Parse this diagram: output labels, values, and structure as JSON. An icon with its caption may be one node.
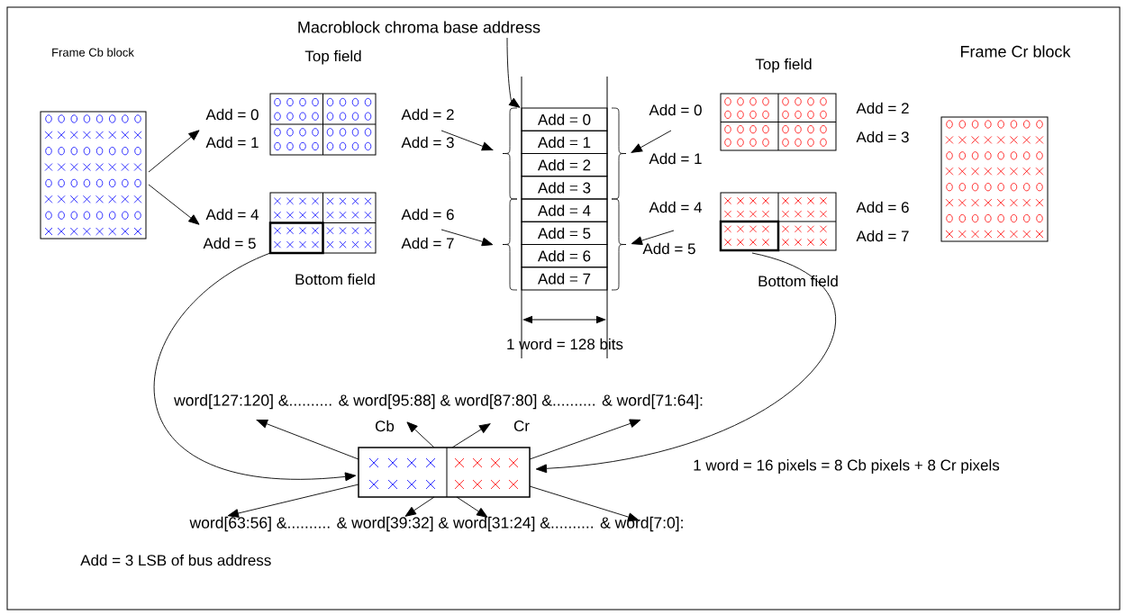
{
  "diagram": {
    "nodes": [
      {
        "text": [
          "Frame Cb block"
        ]
      },
      {
        "text": [
          "Top field"
        ],
        "beside": [
          "Add = 0",
          "Add = 1",
          "Add = 2",
          "Add = 3"
        ]
      },
      {
        "text": [
          "Bottom field"
        ],
        "beside": [
          "Add = 4",
          "Add = 5",
          "Add = 6",
          "Add = 7"
        ]
      },
      {
        "text": [],
        "shape": "box"
      },
      {
        "text": [
          "Add = 0"
        ],
        "in": 3
      },
      {
        "text": [
          "Add = 1"
        ],
        "in": 3
      },
      {
        "text": [
          "Add = 2"
        ],
        "in": 3
      },
      {
        "text": [
          "Add = 3"
        ],
        "in": 3
      },
      {
        "text": [
          "Add = 4"
        ],
        "in": 3
      },
      {
        "text": [
          "Add = 5"
        ],
        "in": 3
      },
      {
        "text": [
          "Add = 6"
        ],
        "in": 3
      },
      {
        "text": [
          "Add = 7"
        ],
        "in": 3
      },
      {
        "text": [
          "Macroblock chroma base address"
        ]
      },
      {
        "text": [
          "Top field"
        ],
        "beside": [
          "Add = 0",
          "Add = 1",
          "Add = 2",
          "Add = 3"
        ]
      },
      {
        "text": [
          "Bottom field"
        ],
        "beside": [
          "Add = 4",
          "Add = 5",
          "Add = 6",
          "Add = 7"
        ]
      },
      {
        "text": [
          "Frame Cr block"
        ]
      },
      {
        "text": [],
        "shape": "box"
      },
      {
        "text": [
          "word[127:120] &.......... & word[95:88] & word[87:80] &.......... & word[71:64]:"
        ]
      },
      {
        "text": [
          "word[63:56] &.......... & word[39:32] & word[31:24] &.......... & word[7:0]:"
        ]
      }
    ],
    "edges": [
      {
        "from": 0,
        "to": 1,
        "arrow": "to"
      },
      {
        "from": 0,
        "to": 2,
        "arrow": "to"
      },
      {
        "from": 1,
        "to": 3,
        "arrow": "to"
      },
      {
        "from": 2,
        "to": 3,
        "arrow": "to"
      },
      {
        "from": 13,
        "to": 3,
        "arrow": "to"
      },
      {
        "from": 14,
        "to": 3,
        "arrow": "to"
      },
      {
        "from": 12,
        "to": 4,
        "arrow": "to"
      },
      {
        "from": 2,
        "to": 16,
        "arrow": "to"
      },
      {
        "from": 14,
        "to": 16,
        "arrow": "to"
      },
      {
        "from": 16,
        "to": 17,
        "arrow": "to"
      },
      {
        "from": 16,
        "to": 17,
        "arrow": "to"
      },
      {
        "from": 16,
        "to": 17,
        "arrow": "to"
      },
      {
        "from": 16,
        "to": 17,
        "arrow": "to"
      },
      {
        "from": 16,
        "to": 18,
        "arrow": "to"
      },
      {
        "from": 16,
        "to": 18,
        "arrow": "to"
      },
      {
        "from": 16,
        "to": 18,
        "arrow": "to"
      },
      {
        "from": 16,
        "to": 18,
        "arrow": "to"
      }
    ],
    "labels": [
      "1 word = 128 bits",
      "Cb",
      "Cr",
      "1 word = 16 pixels = 8 Cb pixels + 8 Cr pixels",
      "Add = 3 LSB of bus address"
    ]
  }
}
